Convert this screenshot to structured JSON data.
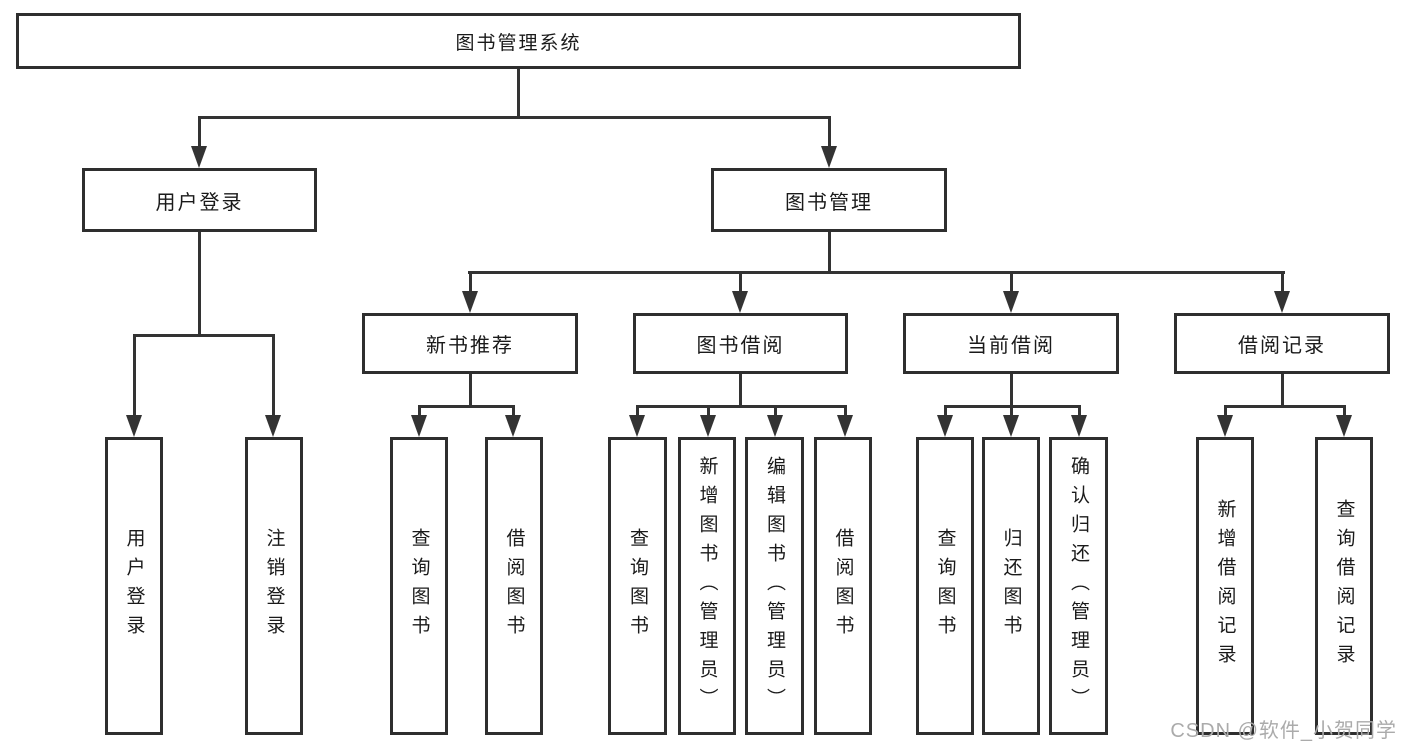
{
  "diagram": {
    "title": "图书管理系统",
    "watermark": "CSDN @软件_小贺同学",
    "colors": {
      "background": "#ffffff",
      "box_border": "#2e2e2e",
      "connector_line": "#333333",
      "text": "#1a1a1a",
      "watermark_text": "#ababab"
    },
    "level2": [
      {
        "label": "用户登录"
      },
      {
        "label": "图书管理"
      }
    ],
    "level3": [
      {
        "label": "新书推荐"
      },
      {
        "label": "图书借阅"
      },
      {
        "label": "当前借阅"
      },
      {
        "label": "借阅记录"
      }
    ],
    "leaves": {
      "user_login": [
        {
          "label": "用户登录"
        },
        {
          "label": "注销登录"
        }
      ],
      "new_book": [
        {
          "label": "查询图书"
        },
        {
          "label": "借阅图书"
        }
      ],
      "book_borrow": [
        {
          "label": "查询图书"
        },
        {
          "label": "新增图书（管理员）"
        },
        {
          "label": "编辑图书（管理员）"
        },
        {
          "label": "借阅图书"
        }
      ],
      "current_borrow": [
        {
          "label": "查询图书"
        },
        {
          "label": "归还图书"
        },
        {
          "label": "确认归还（管理员）"
        }
      ],
      "borrow_record": [
        {
          "label": "新增借阅记录"
        },
        {
          "label": "查询借阅记录"
        }
      ]
    }
  }
}
